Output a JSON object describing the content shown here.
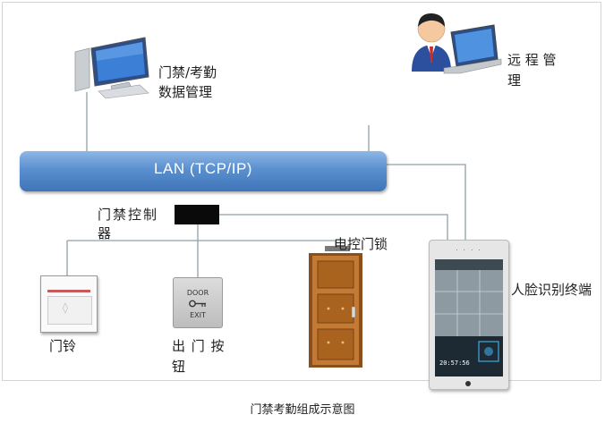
{
  "network": {
    "lan_label": "LAN (TCP/IP)"
  },
  "nodes": {
    "pc_management": {
      "label_line1": "门禁/考勤",
      "label_line2": "数据管理",
      "icon": "desktop-computer-icon"
    },
    "remote_management": {
      "label_line1": "远 程 管",
      "label_line2": "理",
      "icon": "user-laptop-icon"
    },
    "controller": {
      "label_line1": "门禁控制",
      "label_line2": "器"
    },
    "door_bell": {
      "label": "门铃",
      "icon": "door-bell-icon"
    },
    "exit_button": {
      "label_line1": "出 门 按",
      "label_line2": "钮",
      "button_text_top": "DOOR",
      "button_text_bottom": "EXIT",
      "icon": "key-icon"
    },
    "electric_lock": {
      "label": "电控门锁",
      "icon": "wooden-door-icon"
    },
    "face_terminal": {
      "label": "人脸识别终端",
      "screen_time": "20:57:56",
      "icon": "face-terminal-icon"
    }
  },
  "caption": "门禁考勤组成示意图",
  "colors": {
    "lan_bar": "#4f86c6",
    "wire": "#8fa0a8",
    "controller": "#0a0a0a",
    "door_wood": "#b8742e"
  }
}
